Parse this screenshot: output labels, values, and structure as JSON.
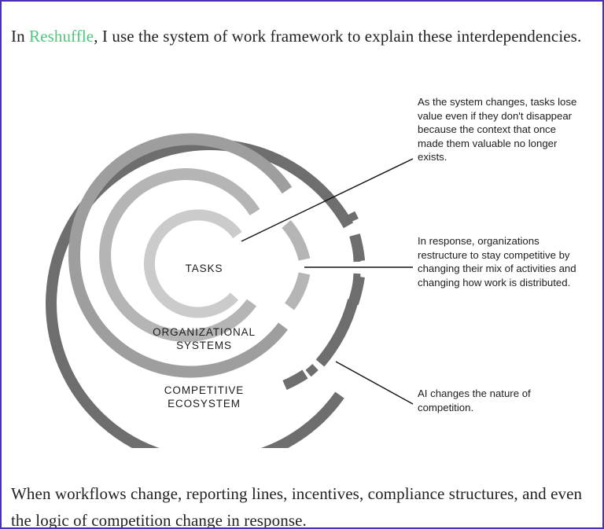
{
  "page": {
    "border_color": "#4b2fb5",
    "background": "#ffffff"
  },
  "intro": {
    "before_link": "In ",
    "link_text": "Reshuffle",
    "link_color": "#4ec77b",
    "after_link": ", I use the system of work framework to explain these interdependencies."
  },
  "closing": {
    "text": "When workflows change, reporting lines, incentives, compliance structures, and even the logic of competition change in response."
  },
  "diagram": {
    "title": "system of work framework",
    "rings": [
      {
        "id": "competitive-ecosystem",
        "label": "COMPETITIVE\nECOSYSTEM",
        "color": "#6e6e6e",
        "level": 3
      },
      {
        "id": "organizational-systems",
        "label": "ORGANIZATIONAL\nSYSTEMS",
        "color": "#9e9e9e",
        "level": 2
      },
      {
        "id": "activities-ring",
        "label": "",
        "color": "#b5b5b5",
        "level": 1
      },
      {
        "id": "tasks",
        "label": "TASKS",
        "color": "#cbcbcb",
        "level": 0
      }
    ]
  },
  "annotations": [
    {
      "id": "tasks-annotation",
      "text": "As the system changes, tasks lose value even if they don't disappear because the context that once made them valuable no longer exists."
    },
    {
      "id": "organizations-annotation",
      "text": "In response, organizations restructure to stay competitive by changing their mix of activities and changing how work is distributed."
    },
    {
      "id": "competition-annotation",
      "text": "AI changes the nature of competition."
    }
  ]
}
